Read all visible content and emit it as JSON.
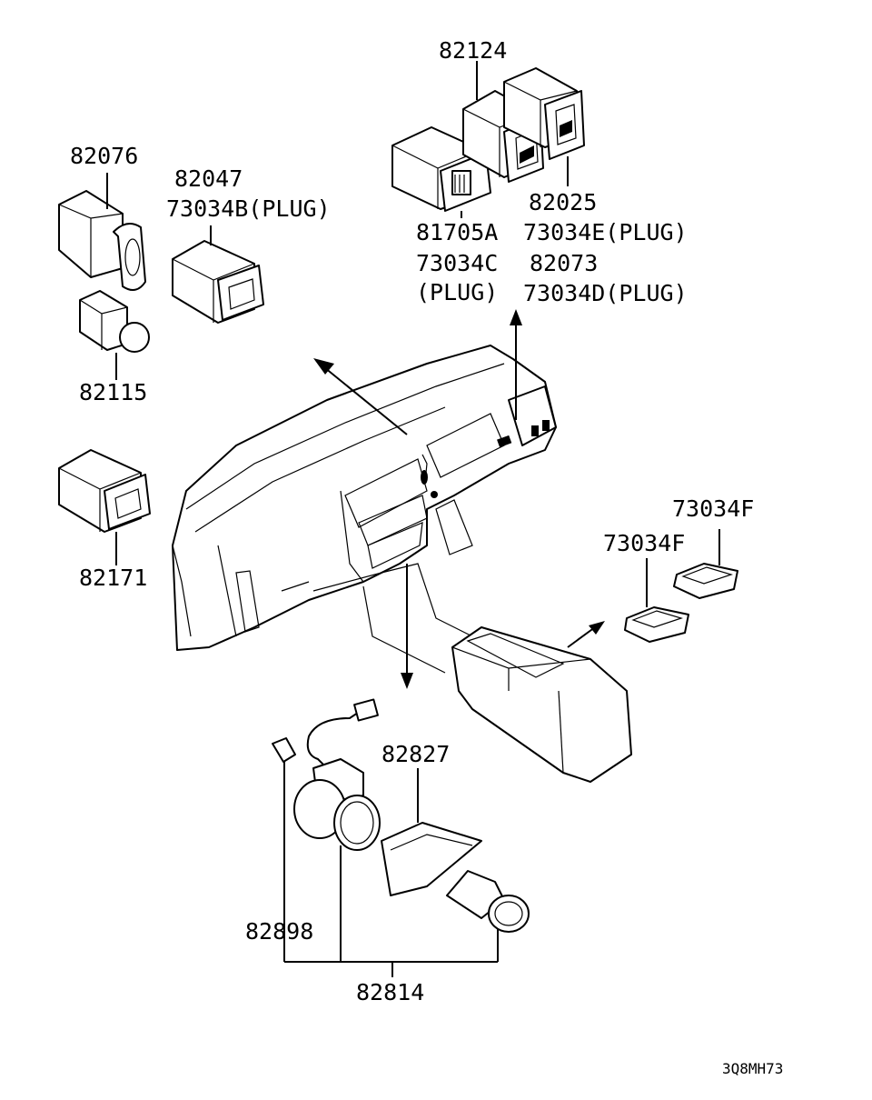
{
  "labels": {
    "p82124": "82124",
    "p82076": "82076",
    "p82047": "82047",
    "p73034B": "73034B(PLUG)",
    "p81705A": "81705A",
    "p73034C": "73034C",
    "p73034C_plug": "(PLUG)",
    "p82025": "82025",
    "p73034E": "73034E(PLUG)",
    "p82073": "82073",
    "p73034D": "73034D(PLUG)",
    "p82115": "82115",
    "p82171": "82171",
    "p73034F_a": "73034F",
    "p73034F_b": "73034F",
    "p82827": "82827",
    "p82898": "82898",
    "p82814": "82814",
    "code": "3Q8MH73"
  }
}
